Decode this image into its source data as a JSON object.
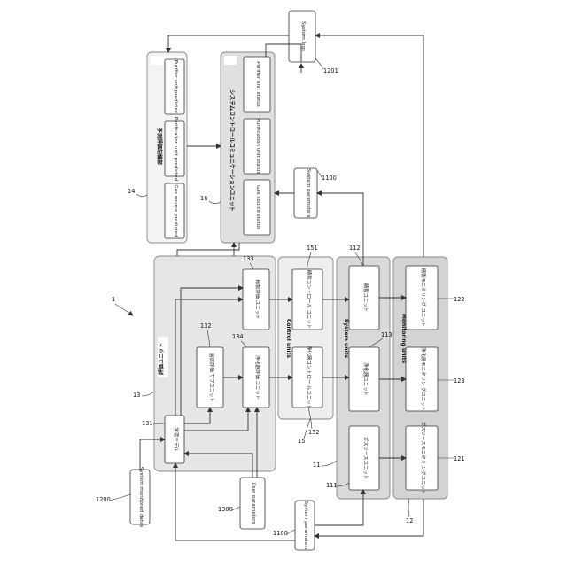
{
  "diagram": {
    "figure_ref": "1",
    "groups": {
      "evaluation": {
        "label": "評価ユニット",
        "ref": "13"
      },
      "prediction_storage": {
        "label": "予測評価記憶部",
        "ref": "14"
      },
      "communication": {
        "label": "システムコントロールコミュニケーションユニット",
        "ref": "16"
      },
      "control": {
        "label": "Control units",
        "ref": "15"
      },
      "system": {
        "label": "System units",
        "ref": "11"
      },
      "monitoring": {
        "label": "Monitoring units",
        "ref": "12"
      }
    },
    "boxes": {
      "system_logs": {
        "label": "System logs",
        "ref": "1201"
      },
      "system_monitored_datas": {
        "label": "System monitored datas",
        "ref": "1200"
      },
      "user_parameters": {
        "label": "User parameters",
        "ref": "1300"
      },
      "system_parameters_top": {
        "label": "System parameters",
        "ref": "1100"
      },
      "system_parameters_bottom": {
        "label": "System parameters",
        "ref": "1100"
      },
      "gas_source_predicted": {
        "label": "Gas source predicted"
      },
      "purification_unit_predicted": {
        "label": "Purification unit predicted"
      },
      "purifier_unit_predicted": {
        "label": "Purifier unit predicted"
      },
      "gas_source_status": {
        "label": "Gas source status"
      },
      "purification_unit_status": {
        "label": "Purification unit status"
      },
      "purifier_unit_status": {
        "label": "Purifier unit status"
      },
      "learning_model": {
        "label": "学習モデル",
        "ref": "131"
      },
      "solvent_sub": {
        "label": "溶媒評価 サブユニット",
        "ref": "132"
      },
      "purifier_eval": {
        "label": "浄化器評価 ユニット",
        "ref": "134"
      },
      "refining_eval": {
        "label": "精製評価 ユニット",
        "ref": "133"
      },
      "purifier_control": {
        "label": "浄化器コントロー ルユニット",
        "ref": "152"
      },
      "refining_control": {
        "label": "精製コントロール ユニット",
        "ref": "151"
      },
      "gas_source_unit": {
        "label": "ガスソースユニット",
        "ref": "111"
      },
      "purifier_unit": {
        "label": "浄化器ユニット",
        "ref": "113"
      },
      "refining_unit": {
        "label": "精製ユニット",
        "ref": "112"
      },
      "gas_source_monitoring": {
        "label": "ガスソースモニタリ ングユニット",
        "ref": "121"
      },
      "purifier_monitoring": {
        "label": "浄化器モニタリン グユニット",
        "ref": "123"
      },
      "refining_monitoring": {
        "label": "精製モニタリング ユニット",
        "ref": "122"
      }
    }
  }
}
